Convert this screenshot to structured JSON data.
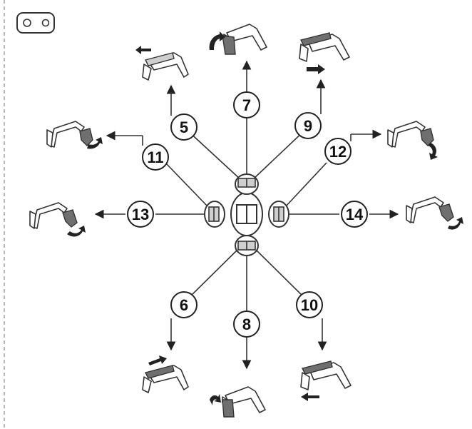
{
  "diagram": {
    "indicator_icon": "two-hole-plate-icon",
    "hub_icon": "joystick-control-cluster-icon",
    "callouts": [
      {
        "id": "5",
        "label": "5",
        "icon": "boom-lower-icon"
      },
      {
        "id": "6",
        "label": "6",
        "icon": "boom-raise-icon"
      },
      {
        "id": "7",
        "label": "7",
        "icon": "bucket-curl-in-icon"
      },
      {
        "id": "8",
        "label": "8",
        "icon": "bucket-curl-out-icon"
      },
      {
        "id": "9",
        "label": "9",
        "icon": "arm-extend-icon"
      },
      {
        "id": "10",
        "label": "10",
        "icon": "arm-retract-icon"
      },
      {
        "id": "11",
        "label": "11",
        "icon": "bucket-tilt-left-icon"
      },
      {
        "id": "12",
        "label": "12",
        "icon": "bucket-tilt-right-icon"
      },
      {
        "id": "13",
        "label": "13",
        "icon": "bucket-rotate-left-icon"
      },
      {
        "id": "14",
        "label": "14",
        "icon": "bucket-rotate-right-icon"
      }
    ],
    "colors": {
      "line": "#333333",
      "dark_part": "#6f6f6f",
      "light_part": "#cfcfcf",
      "frame": "#888888"
    }
  }
}
